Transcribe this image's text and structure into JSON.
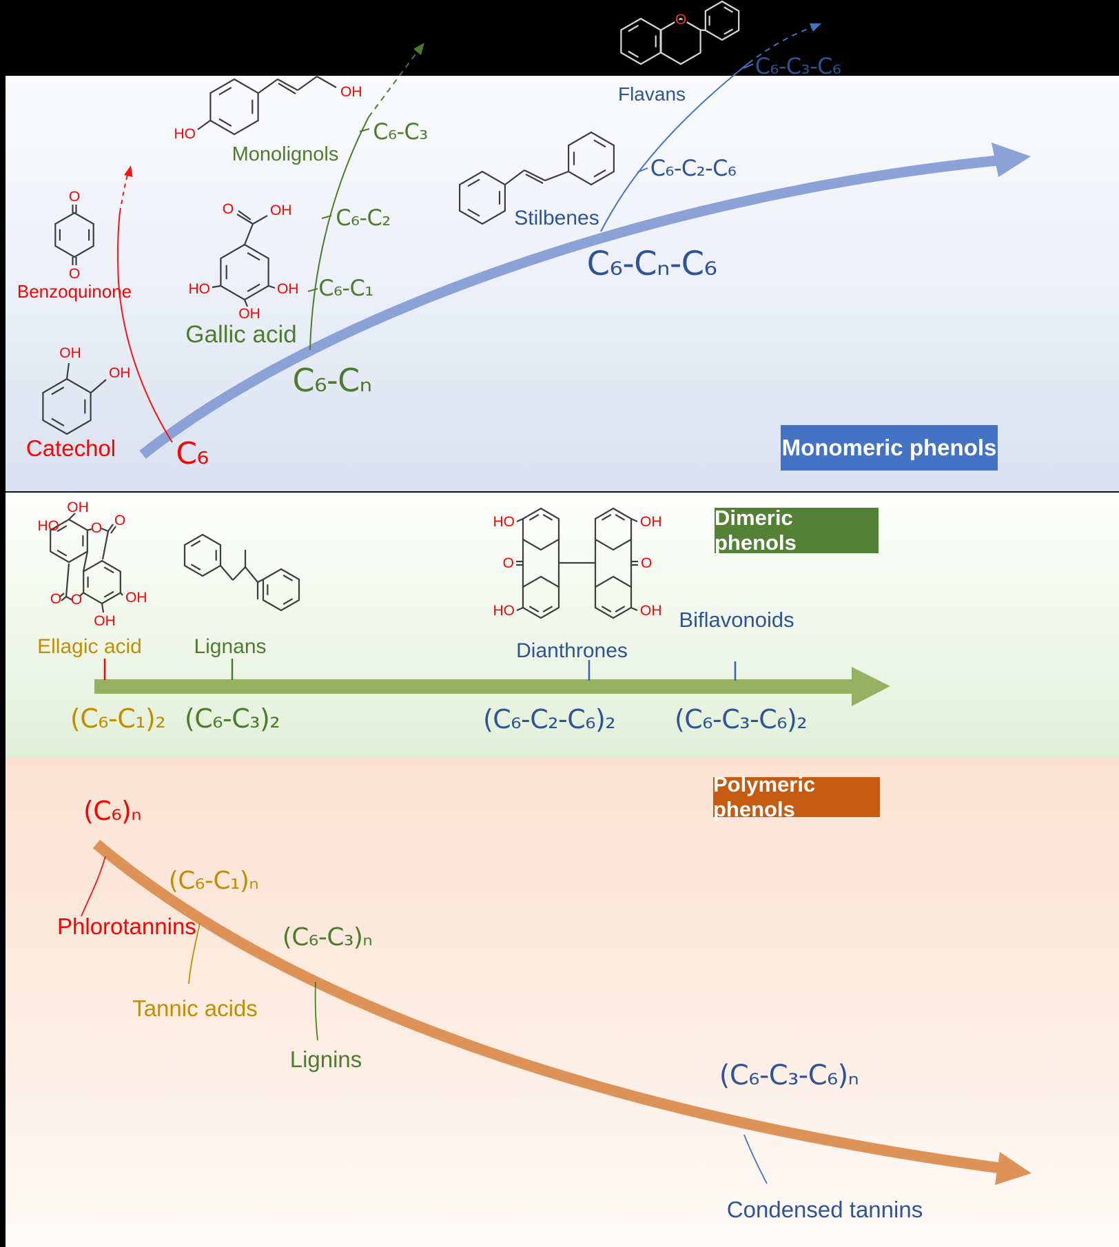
{
  "figure": {
    "monomeric": {
      "badge": "Monomeric phenols",
      "compounds": {
        "catechol": "Catechol",
        "benzoquinone": "Benzoquinone",
        "gallic_acid": "Gallic acid",
        "monolignols": "Monolignols",
        "stilbenes": "Stilbenes",
        "flavans": "Flavans"
      },
      "formulas": {
        "c6": "C₆",
        "c6_cn": "C₆-Cₙ",
        "c6_c1": "C₆-C₁",
        "c6_c2": "C₆-C₂",
        "c6_c3": "C₆-C₃",
        "c6_cn_c6": "C₆-Cₙ-C₆",
        "c6_c2_c6": "C₆-C₂-C₆",
        "c6_c3_c6": "C₆-C₃-C₆"
      }
    },
    "dimeric": {
      "badge": "Dimeric phenols",
      "compounds": {
        "ellagic_acid": "Ellagic acid",
        "lignans": "Lignans",
        "dianthrones": "Dianthrones",
        "biflavonoids": "Biflavonoids"
      },
      "formulas": {
        "c6_c1_2": "(C₆-C₁)₂",
        "c6_c3_2": "(C₆-C₃)₂",
        "c6_c2_c6_2": "(C₆-C₂-C₆)₂",
        "c6_c3_c6_2": "(C₆-C₃-C₆)₂"
      }
    },
    "polymeric": {
      "badge": "Polymeric phenols",
      "compounds": {
        "phlorotannins": "Phlorotannins",
        "tannic_acids": "Tannic acids",
        "lignins": "Lignins",
        "condensed_tannins": "Condensed tannins"
      },
      "formulas": {
        "c6_n": "(C₆)ₙ",
        "c6_c1_n": "(C₆-C₁)ₙ",
        "c6_c3_n": "(C₆-C₃)ₙ",
        "c6_c3_c6_n": "(C₆-C₃-C₆)ₙ"
      }
    },
    "atoms": {
      "o": "O",
      "oh": "OH",
      "ho": "HO"
    },
    "colors": {
      "red": "#fe0000",
      "green": "#4e7c2f",
      "gold": "#bf8f00",
      "blue_text": "#2e5496",
      "thin_blue_arrow": "#4472c4",
      "main_blue_arrow": "#8aa2d6",
      "dimeric_bar_green": "#95b263",
      "polymeric_arrow_orange": "#dd9257",
      "badge_blue": "#4472c4",
      "badge_green": "#538135",
      "badge_orange": "#c55a11"
    }
  }
}
